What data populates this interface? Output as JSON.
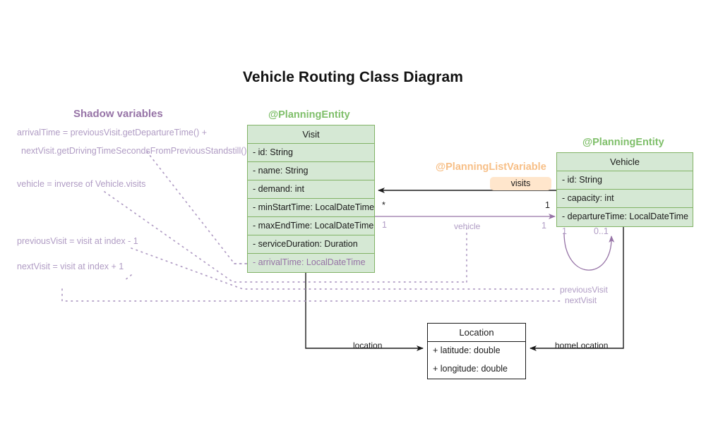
{
  "title": "Vehicle Routing Class Diagram",
  "shadow_panel": {
    "heading": "Shadow variables",
    "lines": [
      "arrivalTime = previousVisit.getDepartureTime() +",
      "nextVisit.getDrivingTimeSecondsFromPreviousStandstill()",
      "vehicle = inverse of Vehicle.visits",
      "previousVisit = visit at index - 1",
      "nextVisit = visit at index + 1"
    ]
  },
  "classes": {
    "visit": {
      "stereotype": "@PlanningEntity",
      "name": "Visit",
      "attributes": [
        "- id: String",
        "- name: String",
        "- demand: int",
        "- minStartTime: LocalDateTime",
        "- maxEndTime: LocalDateTime",
        "- serviceDuration: Duration",
        "- arrivalTime: LocalDateTime"
      ],
      "shadow_attribute_index": 6
    },
    "vehicle": {
      "stereotype": "@PlanningEntity",
      "name": "Vehicle",
      "attributes": [
        "- id: String",
        "- capacity: int",
        "- departureTime: LocalDateTime"
      ]
    },
    "location": {
      "name": "Location",
      "attributes": [
        "+ latitude: double",
        "+ longitude: double"
      ]
    }
  },
  "annotations": {
    "planning_list_variable": "@PlanningListVariable",
    "visits_badge": "visits"
  },
  "edges": {
    "visits": {
      "label": "visits",
      "source_multiplicity": "1",
      "target_multiplicity": "*"
    },
    "vehicle": {
      "label": "vehicle",
      "source_multiplicity": "1",
      "target_multiplicity": "1"
    },
    "self_loop": {
      "from_multiplicity": "1",
      "to_multiplicity": "0..1"
    },
    "previous_visit": {
      "label": "previousVisit"
    },
    "next_visit": {
      "label": "nextVisit"
    },
    "location": {
      "label": "location"
    },
    "home_location": {
      "label": "homeLocation"
    }
  },
  "colors": {
    "entity_fill": "#d5e8d4",
    "entity_stroke": "#82b366",
    "shadow_purple": "#9673a6",
    "shadow_purple_light": "#b09cc4",
    "list_variable_orange": "#f7bf87",
    "badge_fill": "#ffe6cc",
    "line_black": "#1a1a1a",
    "background": "#ffffff"
  }
}
